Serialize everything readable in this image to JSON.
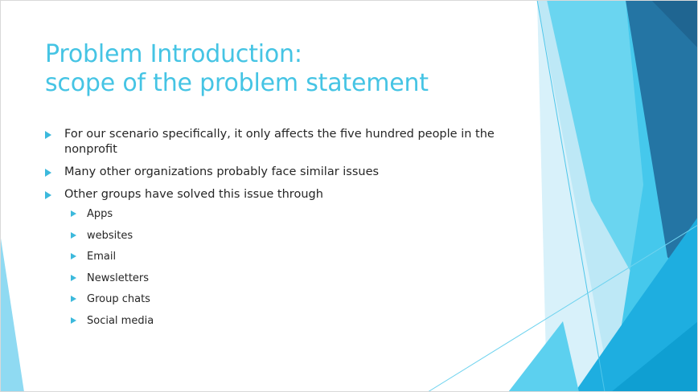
{
  "slide": {
    "title_line1": "Problem Introduction:",
    "title_line2": "scope of the problem statement",
    "bullets": [
      "For our scenario specifically, it only affects the five hundred people in the nonprofit",
      "Many other organizations probably face similar issues",
      "Other groups have solved this issue through"
    ],
    "sub_bullets": [
      "Apps",
      "websites",
      "Email",
      "Newsletters",
      "Group chats",
      "Social media"
    ]
  },
  "colors": {
    "title": "#45c4e4",
    "bullet_arrow": "#3cb9dc",
    "text": "#262626",
    "shape_light": "#b8e6f5",
    "shape_mid": "#5fd0ee",
    "shape_deep": "#1ba9d8",
    "shape_dark": "#2272a1"
  }
}
